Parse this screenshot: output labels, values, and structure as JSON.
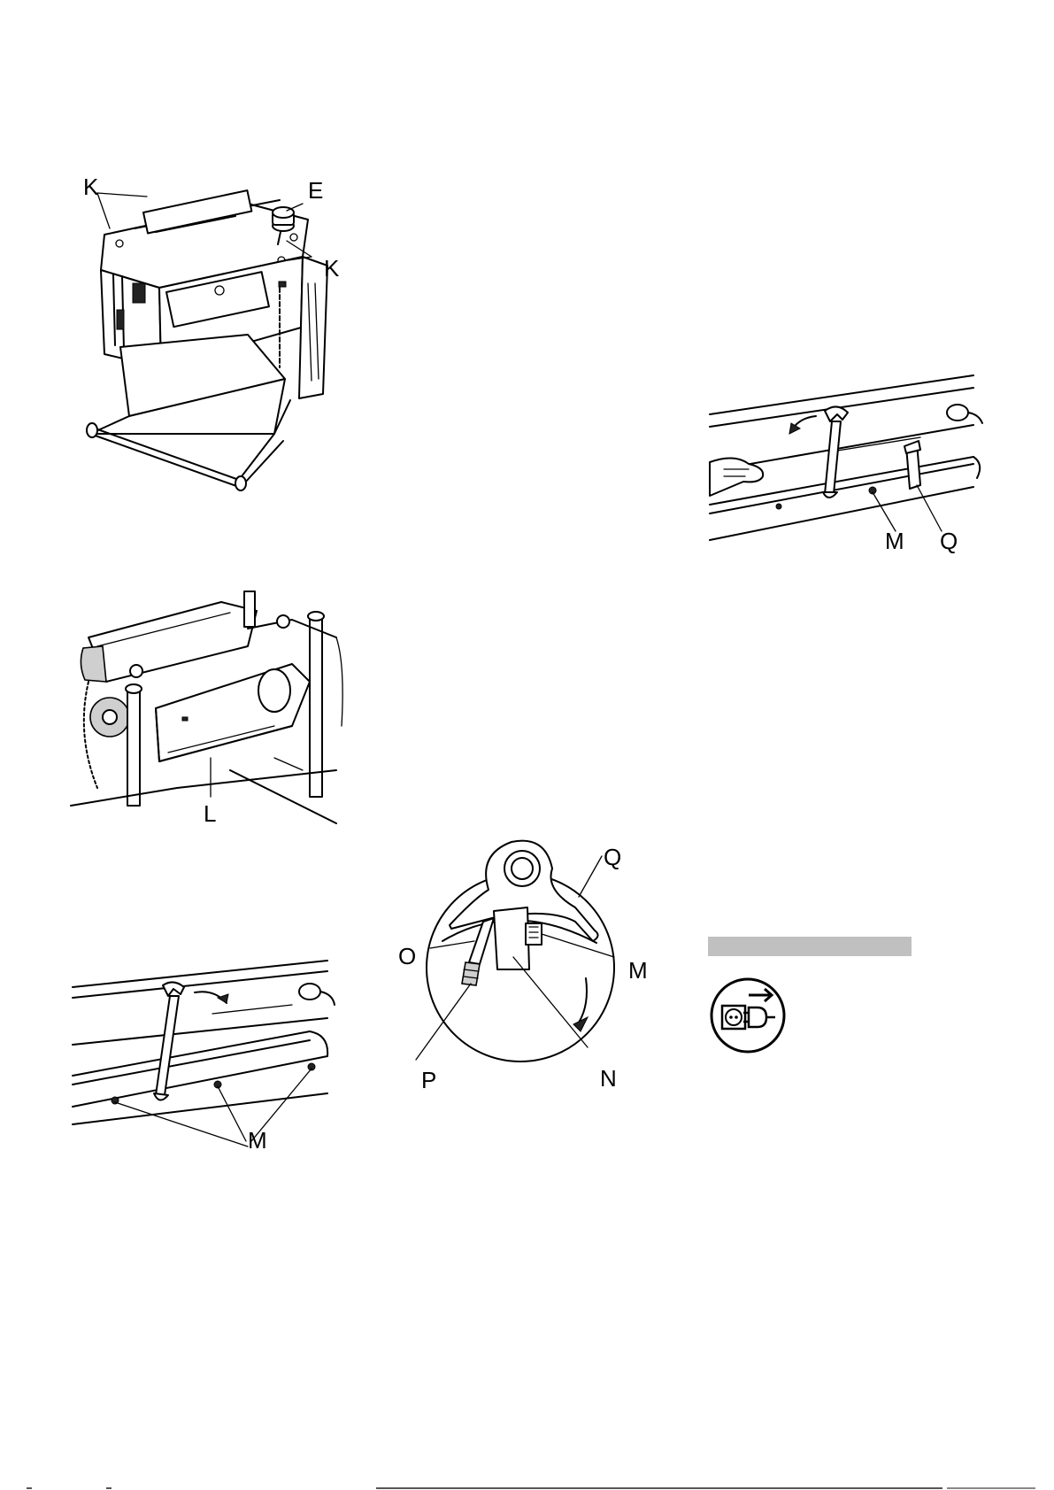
{
  "figures": {
    "planer_overview": {
      "labels": {
        "k_left": "K",
        "e": "E",
        "k_right": "K"
      }
    },
    "cutterhead_guard": {
      "labels": {
        "l": "L"
      }
    },
    "blade_bolts_left": {
      "labels": {
        "m": "M"
      }
    },
    "blade_bolts_right": {
      "labels": {
        "m": "M",
        "q": "Q"
      }
    },
    "blade_cross_section": {
      "labels": {
        "q": "Q",
        "o": "O",
        "m": "M",
        "p": "P",
        "n": "N"
      }
    }
  },
  "warning_bar": {
    "color": "#c0c0c0"
  },
  "unplug_icon": {
    "icon": "unplug-icon"
  }
}
